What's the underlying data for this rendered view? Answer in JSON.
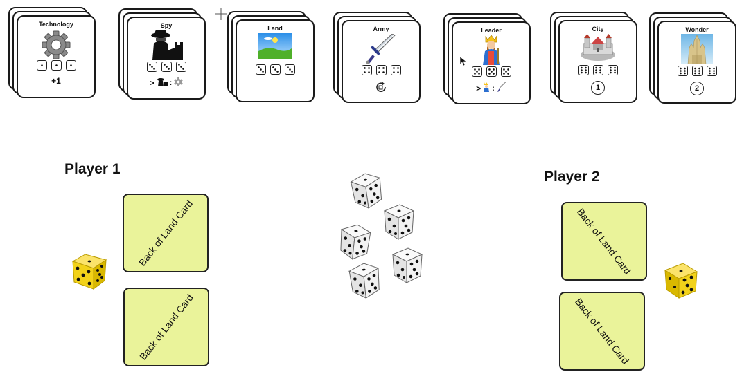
{
  "cards": [
    {
      "id": "technology",
      "title": "Technology",
      "icon": "gear-icon",
      "dice": [
        1,
        1,
        1
      ],
      "bottom_text": "+1",
      "bottom_type": "text"
    },
    {
      "id": "spy",
      "title": "Spy",
      "icon": "spy-icon",
      "dice": [
        3,
        3,
        3
      ],
      "bottom_text": ">",
      "bottom_type": "spy-rule"
    },
    {
      "id": "land",
      "title": "Land",
      "icon": "landscape-icon",
      "dice": [
        3,
        3,
        3
      ],
      "bottom_text": "",
      "bottom_type": "none"
    },
    {
      "id": "army",
      "title": "Army",
      "icon": "sword-icon",
      "dice": [
        4,
        4,
        4
      ],
      "bottom_text": "",
      "bottom_type": "reroll"
    },
    {
      "id": "leader",
      "title": "Leader",
      "icon": "king-icon",
      "dice": [
        5,
        5,
        5
      ],
      "bottom_text": ">",
      "bottom_type": "leader-rule"
    },
    {
      "id": "city",
      "title": "City",
      "icon": "castle-icon",
      "dice": [
        6,
        6,
        6
      ],
      "bottom_text": "1",
      "bottom_type": "laurel"
    },
    {
      "id": "wonder",
      "title": "Wonder",
      "icon": "cathedral-icon",
      "dice": [
        6,
        6,
        6
      ],
      "bottom_text": "2",
      "bottom_type": "laurel"
    }
  ],
  "players": {
    "p1": {
      "name": "Player 1",
      "cards": [
        "Back of Land Card",
        "Back of Land Card"
      ],
      "die_value": 5
    },
    "p2": {
      "name": "Player 2",
      "cards": [
        "Back of Land Card",
        "Back of Land Card"
      ],
      "die_value": 5
    }
  },
  "pool_dice": [
    {
      "value": 5
    },
    {
      "value": 5
    },
    {
      "value": 5
    },
    {
      "value": 5
    },
    {
      "value": 5
    }
  ],
  "colors": {
    "land_card_back": "#eaf39a",
    "player_die": "#f2d21a",
    "pool_die": "#f4f4f4",
    "card_border": "#1a1a1a"
  }
}
